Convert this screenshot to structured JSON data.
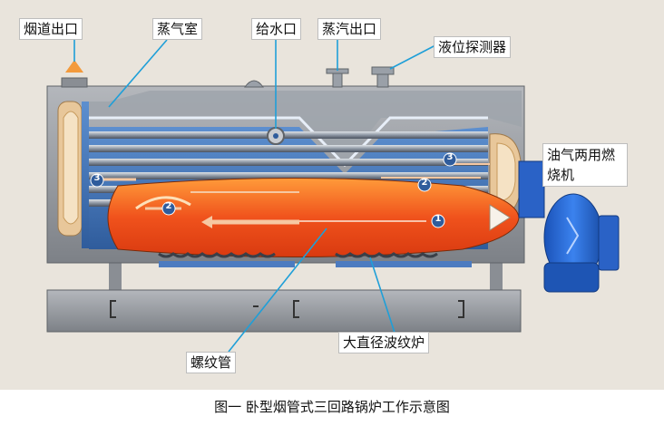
{
  "labels": {
    "flue_outlet": "烟道出口",
    "steam_chamber": "蒸气室",
    "water_inlet": "给水口",
    "steam_outlet": "蒸汽出口",
    "level_probe": "液位探测器",
    "burner": "油气两用燃烧机",
    "corrugated_furnace": "大直径波纹炉",
    "spiral_tube": "螺纹管"
  },
  "pass_markers": [
    "1",
    "2",
    "3",
    "2",
    "3"
  ],
  "caption": "图一 卧型烟管式三回路锅炉工作示意图",
  "colors": {
    "background": "#e9e4dc",
    "shell": "#8f9399",
    "water": "#3f6fb0",
    "flame": "#f0521c",
    "burner": "#1e5fd0",
    "leader_line": "#1f9fd8"
  }
}
